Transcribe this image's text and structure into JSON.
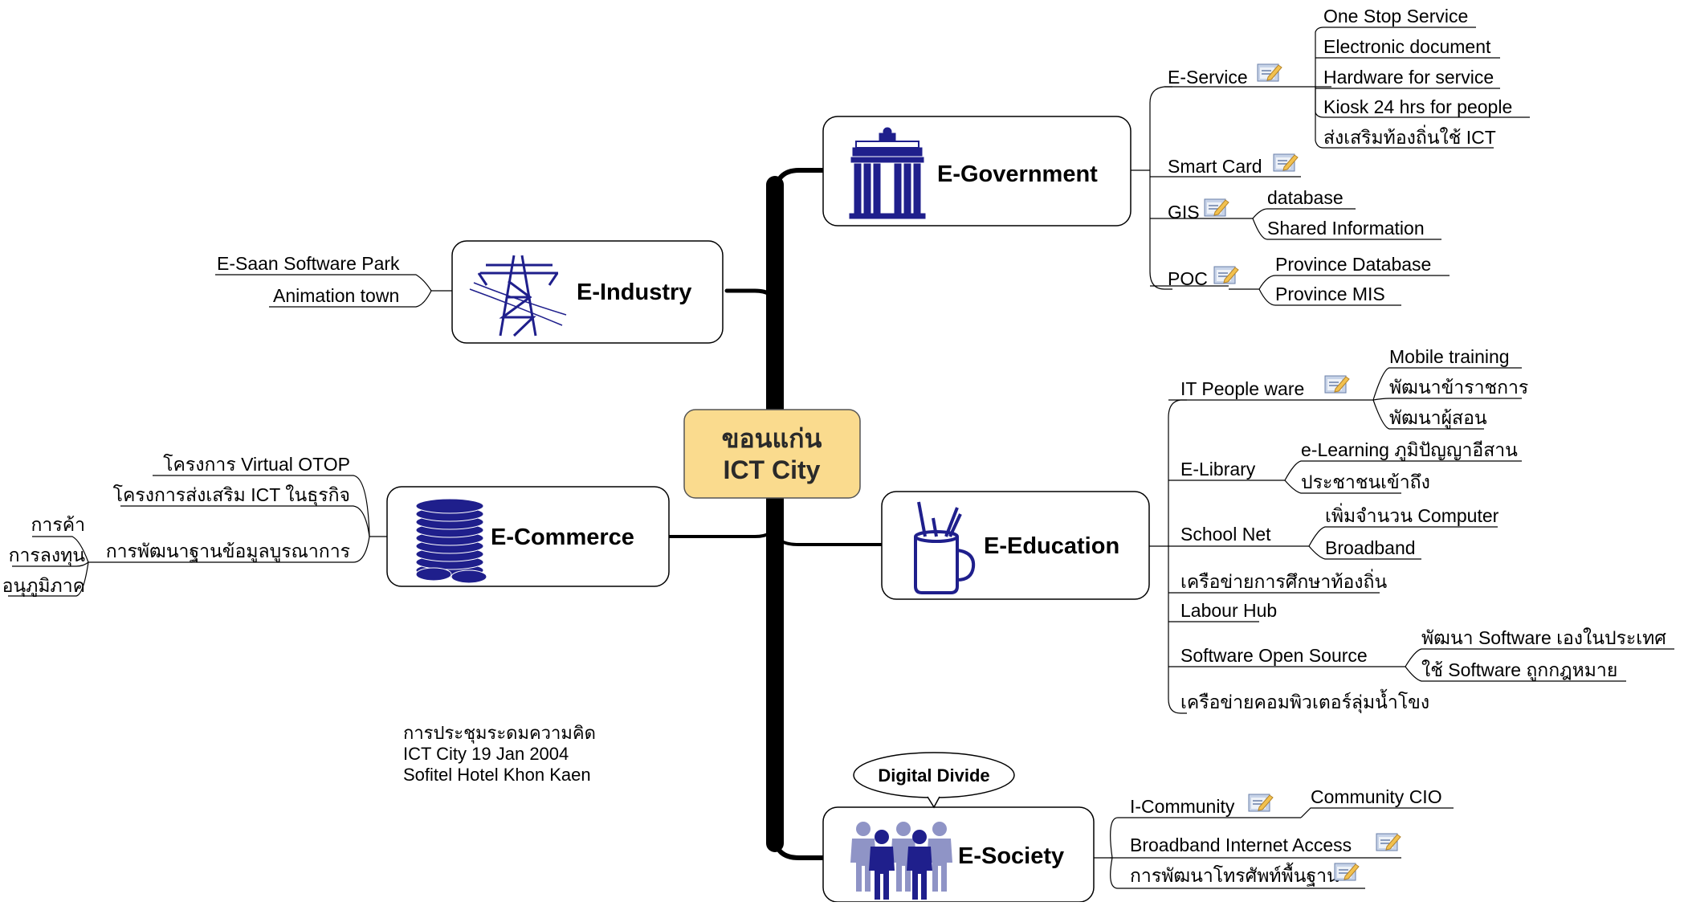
{
  "central": {
    "line1": "ขอนแก่น",
    "line2": "ICT City",
    "fill": "#FADB8E"
  },
  "egov": {
    "title": "E-Government",
    "eservice": {
      "label": "E-Service",
      "items": [
        "One Stop Service",
        "Electronic document",
        "Hardware for service",
        "Kiosk 24 hrs for people",
        "ส่งเสริมท้องถิ่นใช้ ICT"
      ]
    },
    "smartcard": {
      "label": "Smart Card"
    },
    "gis": {
      "label": "GIS",
      "items": [
        "database",
        "Shared Information"
      ]
    },
    "poc": {
      "label": "POC",
      "items": [
        "Province Database",
        "Province MIS"
      ]
    }
  },
  "eind": {
    "title": "E-Industry",
    "items": [
      "E-Saan Software Park",
      "Animation town"
    ]
  },
  "ecom": {
    "title": "E-Commerce",
    "items": [
      "โครงการ Virtual OTOP",
      "โครงการส่งเสริม ICT ในธุรกิจ",
      "การพัฒนาฐานข้อมูลบูรณาการ"
    ],
    "sub": [
      "การค้า",
      "การลงทุน",
      "อนุภูมิภาค"
    ]
  },
  "eedu": {
    "title": "E-Education",
    "people": {
      "label": "IT People ware",
      "items": [
        "Mobile training",
        "พัฒนาข้าราชการ",
        "พัฒนาผู้สอน"
      ]
    },
    "library": {
      "label": "E-Library",
      "items": [
        "e-Learning ภูมิปัญญาอีสาน",
        "ประชาชนเข้าถึง"
      ]
    },
    "schoolnet": {
      "label": "School Net",
      "items": [
        "เพิ่มจำนวน Computer",
        "Broadband"
      ]
    },
    "local": "เครือข่ายการศึกษาท้องถิ่น",
    "labour": "Labour Hub",
    "oss": {
      "label": "Software Open Source",
      "items": [
        "พัฒนา Software เองในประเทศ",
        "ใช้ Software ถูกกฎหมาย"
      ]
    },
    "mekong": "เครือข่ายคอมพิวเตอร์ลุ่มน้ำโขง"
  },
  "esoc": {
    "title": "E-Society",
    "callout": "Digital Divide",
    "icomm": {
      "label": "I-Community",
      "items": [
        "Community CIO"
      ]
    },
    "broadband": "Broadband Internet Access",
    "phone": "การพัฒนาโทรศัพท์พื้นฐาน"
  },
  "footnote": {
    "line1": "การประชุมระดมความคิด",
    "line2": "ICT City 19 Jan 2004",
    "line3": "Sofitel Hotel Khon Kaen"
  },
  "colors": {
    "accent": "#1F1F8C",
    "trunk": "#000000",
    "note": "#F2C14E"
  }
}
